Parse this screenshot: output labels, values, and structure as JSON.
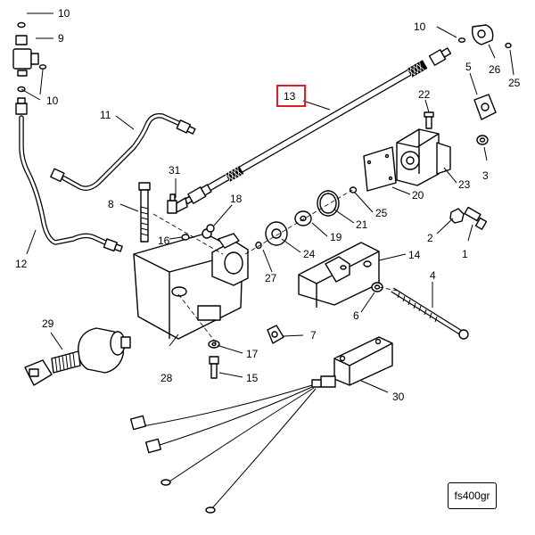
{
  "diagram": {
    "reference": "fs400gr",
    "highlight_color": "#e31b23",
    "callouts": {
      "c1": "1",
      "c2": "2",
      "c3": "3",
      "c4": "4",
      "c5": "5",
      "c6": "6",
      "c7": "7",
      "c8": "8",
      "c9": "9",
      "c10a": "10",
      "c10b": "10",
      "c10c": "10",
      "c11": "11",
      "c12": "12",
      "c13": "13",
      "c14": "14",
      "c15": "15",
      "c16": "16",
      "c17": "17",
      "c18": "18",
      "c19": "19",
      "c20": "20",
      "c21": "21",
      "c22": "22",
      "c23": "23",
      "c24": "24",
      "c25a": "25",
      "c25b": "25",
      "c26": "26",
      "c27": "27",
      "c28": "28",
      "c29": "29",
      "c30": "30",
      "c31": "31"
    },
    "highlighted_callout": "13"
  }
}
